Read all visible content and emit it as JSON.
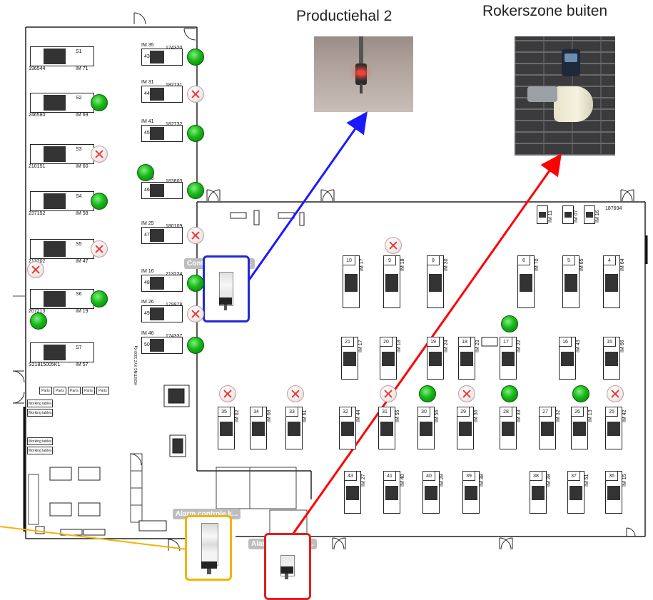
{
  "photos": {
    "productiehal_title": "Productiehal 2",
    "rokerszone_title": "Rokerszone buiten"
  },
  "callouts": {
    "controle_alarm": "Controle alarm bi...",
    "alarm_controle_k": "Alarm controle k...",
    "alarm_controle_b": "Alarm controle b..."
  },
  "left_hall": {
    "left_machines": [
      {
        "num": "S1",
        "id": "196544",
        "im": "IM 71",
        "status": "none"
      },
      {
        "num": "S2",
        "id": "246580",
        "im": "IM 69",
        "status": "ok"
      },
      {
        "num": "S3",
        "id": "210151",
        "im": "IM 60",
        "status": "bad"
      },
      {
        "num": "S4",
        "id": "237152",
        "im": "IM 58",
        "status": "ok"
      },
      {
        "num": "S5",
        "id": "213202",
        "im": "IM 47",
        "status": "bad"
      },
      {
        "num": "S6",
        "id": "207213",
        "im": "IM 19",
        "status": "ok"
      },
      {
        "num": "S7",
        "id": "S21815005K1",
        "im": "IM 57",
        "status": "none"
      }
    ],
    "right_machines": [
      {
        "num": "43",
        "id": "174320",
        "im": "IM 35",
        "status": "ok"
      },
      {
        "num": "44",
        "id": "182731",
        "im": "IM 31",
        "status": "bad"
      },
      {
        "num": "45",
        "id": "182732",
        "im": "IM 41",
        "status": "ok"
      },
      {
        "num": "46",
        "id": "183803",
        "im": "IM 63",
        "status": "ok"
      },
      {
        "num": "47",
        "id": "180109",
        "im": "IM 25",
        "status": "bad"
      },
      {
        "num": "48",
        "id": "213224",
        "im": "IM 16",
        "status": "ok"
      },
      {
        "num": "49",
        "id": "179978",
        "im": "IM 26",
        "status": "bad"
      },
      {
        "num": "50",
        "id": "174337",
        "im": "IM 46",
        "status": "ok"
      }
    ],
    "parts_labels": [
      "Parts",
      "Parts",
      "Parts",
      "Parts",
      "Parts"
    ],
    "working_tables": [
      "Working tables",
      "Working tables",
      "Working tables",
      "Working tables"
    ],
    "hoisting": "HOISTING XYZ 1000 Kg"
  },
  "right_hall": {
    "row1": [
      {
        "num": "10",
        "im": "IM 17",
        "status": "none"
      },
      {
        "num": "9",
        "im": "IM 18",
        "status": "bad"
      },
      {
        "num": "8",
        "im": "IM 30",
        "status": "none"
      },
      {
        "num": "6",
        "im": "IM 70",
        "status": "none"
      },
      {
        "num": "5",
        "im": "IM 65",
        "status": "none"
      },
      {
        "num": "4",
        "im": "IM 64",
        "status": "none"
      }
    ],
    "row2": [
      {
        "num": "21",
        "im": "IM 17",
        "status": "none"
      },
      {
        "num": "20",
        "im": "IM 18",
        "status": "none"
      },
      {
        "num": "19",
        "im": "IM 24",
        "status": "none"
      },
      {
        "num": "18",
        "im": "IM 23",
        "status": "none"
      },
      {
        "num": "17",
        "im": "IM 22",
        "status": "ok"
      },
      {
        "num": "16",
        "im": "IM 43",
        "status": "none"
      },
      {
        "num": "15",
        "im": "IM 66",
        "status": "none"
      }
    ],
    "row3": [
      {
        "num": "35",
        "im": "IM 62",
        "status": "bad"
      },
      {
        "num": "34",
        "im": "IM 68",
        "status": "none"
      },
      {
        "num": "33",
        "im": "IM 61",
        "status": "bad"
      },
      {
        "num": "32",
        "im": "IM 44",
        "status": "none"
      },
      {
        "num": "31",
        "im": "IM 55",
        "status": "bad"
      },
      {
        "num": "30",
        "im": "IM 56",
        "status": "ok"
      },
      {
        "num": "29",
        "im": "IM 36",
        "status": "bad"
      },
      {
        "num": "28",
        "im": "IM 33",
        "status": "ok"
      },
      {
        "num": "27",
        "im": "IM 32",
        "status": "none"
      },
      {
        "num": "26",
        "im": "IM 13",
        "status": "ok"
      },
      {
        "num": "25",
        "im": "IM 42",
        "status": "bad"
      }
    ],
    "row4": [
      {
        "num": "43",
        "im": "IM 27"
      },
      {
        "num": "41",
        "im": "IM 40"
      },
      {
        "num": "40",
        "im": "IM 29"
      },
      {
        "num": "39",
        "im": "IM 38"
      },
      {
        "num": "38",
        "im": "IM 28"
      },
      {
        "num": "37",
        "im": "IM 51"
      },
      {
        "num": "36",
        "im": "IM 15"
      }
    ],
    "top_machines": [
      "IM 11",
      "IM 07",
      "IM 16"
    ],
    "top_ids": [
      "187694"
    ]
  },
  "colors": {
    "blue_arrow": "#1a1aff",
    "red_arrow": "#ff0000",
    "orange_line": "#f5b301",
    "callout_blue_border": "#1f2ad4",
    "callout_orange_border": "#f5b301",
    "callout_red_border": "#e02020",
    "status_ok": "#18b818",
    "status_bad_cross": "#e53935"
  }
}
